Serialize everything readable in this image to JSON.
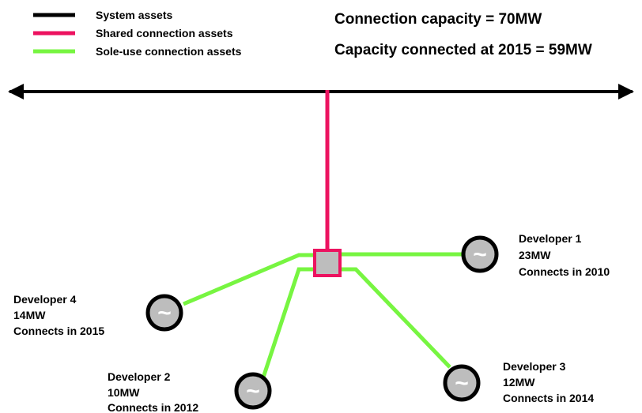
{
  "legend": {
    "items": [
      {
        "label": "System assets",
        "color": "#000000"
      },
      {
        "label": "Shared connection assets",
        "color": "#ec1360"
      },
      {
        "label": "Sole-use connection assets",
        "color": "#77f541"
      }
    ]
  },
  "capacity": {
    "connection": "Connection capacity = 70MW",
    "connected_2015": "Capacity connected at 2015 = 59MW"
  },
  "generator_symbol": "~",
  "developers": {
    "d1": {
      "name": "Developer 1",
      "capacity": "23MW",
      "connects": "Connects in 2010"
    },
    "d2": {
      "name": "Developer 2",
      "capacity": "10MW",
      "connects": "Connects in 2012"
    },
    "d3": {
      "name": "Developer 3",
      "capacity": "12MW",
      "connects": "Connects in 2014"
    },
    "d4": {
      "name": "Developer 4",
      "capacity": "14MW",
      "connects": "Connects in 2015"
    }
  },
  "colors": {
    "system": "#000000",
    "shared": "#ec1360",
    "sole_use": "#77f541",
    "substation_fill": "#bdbdbd",
    "generator_fill": "#bdbdbd"
  }
}
